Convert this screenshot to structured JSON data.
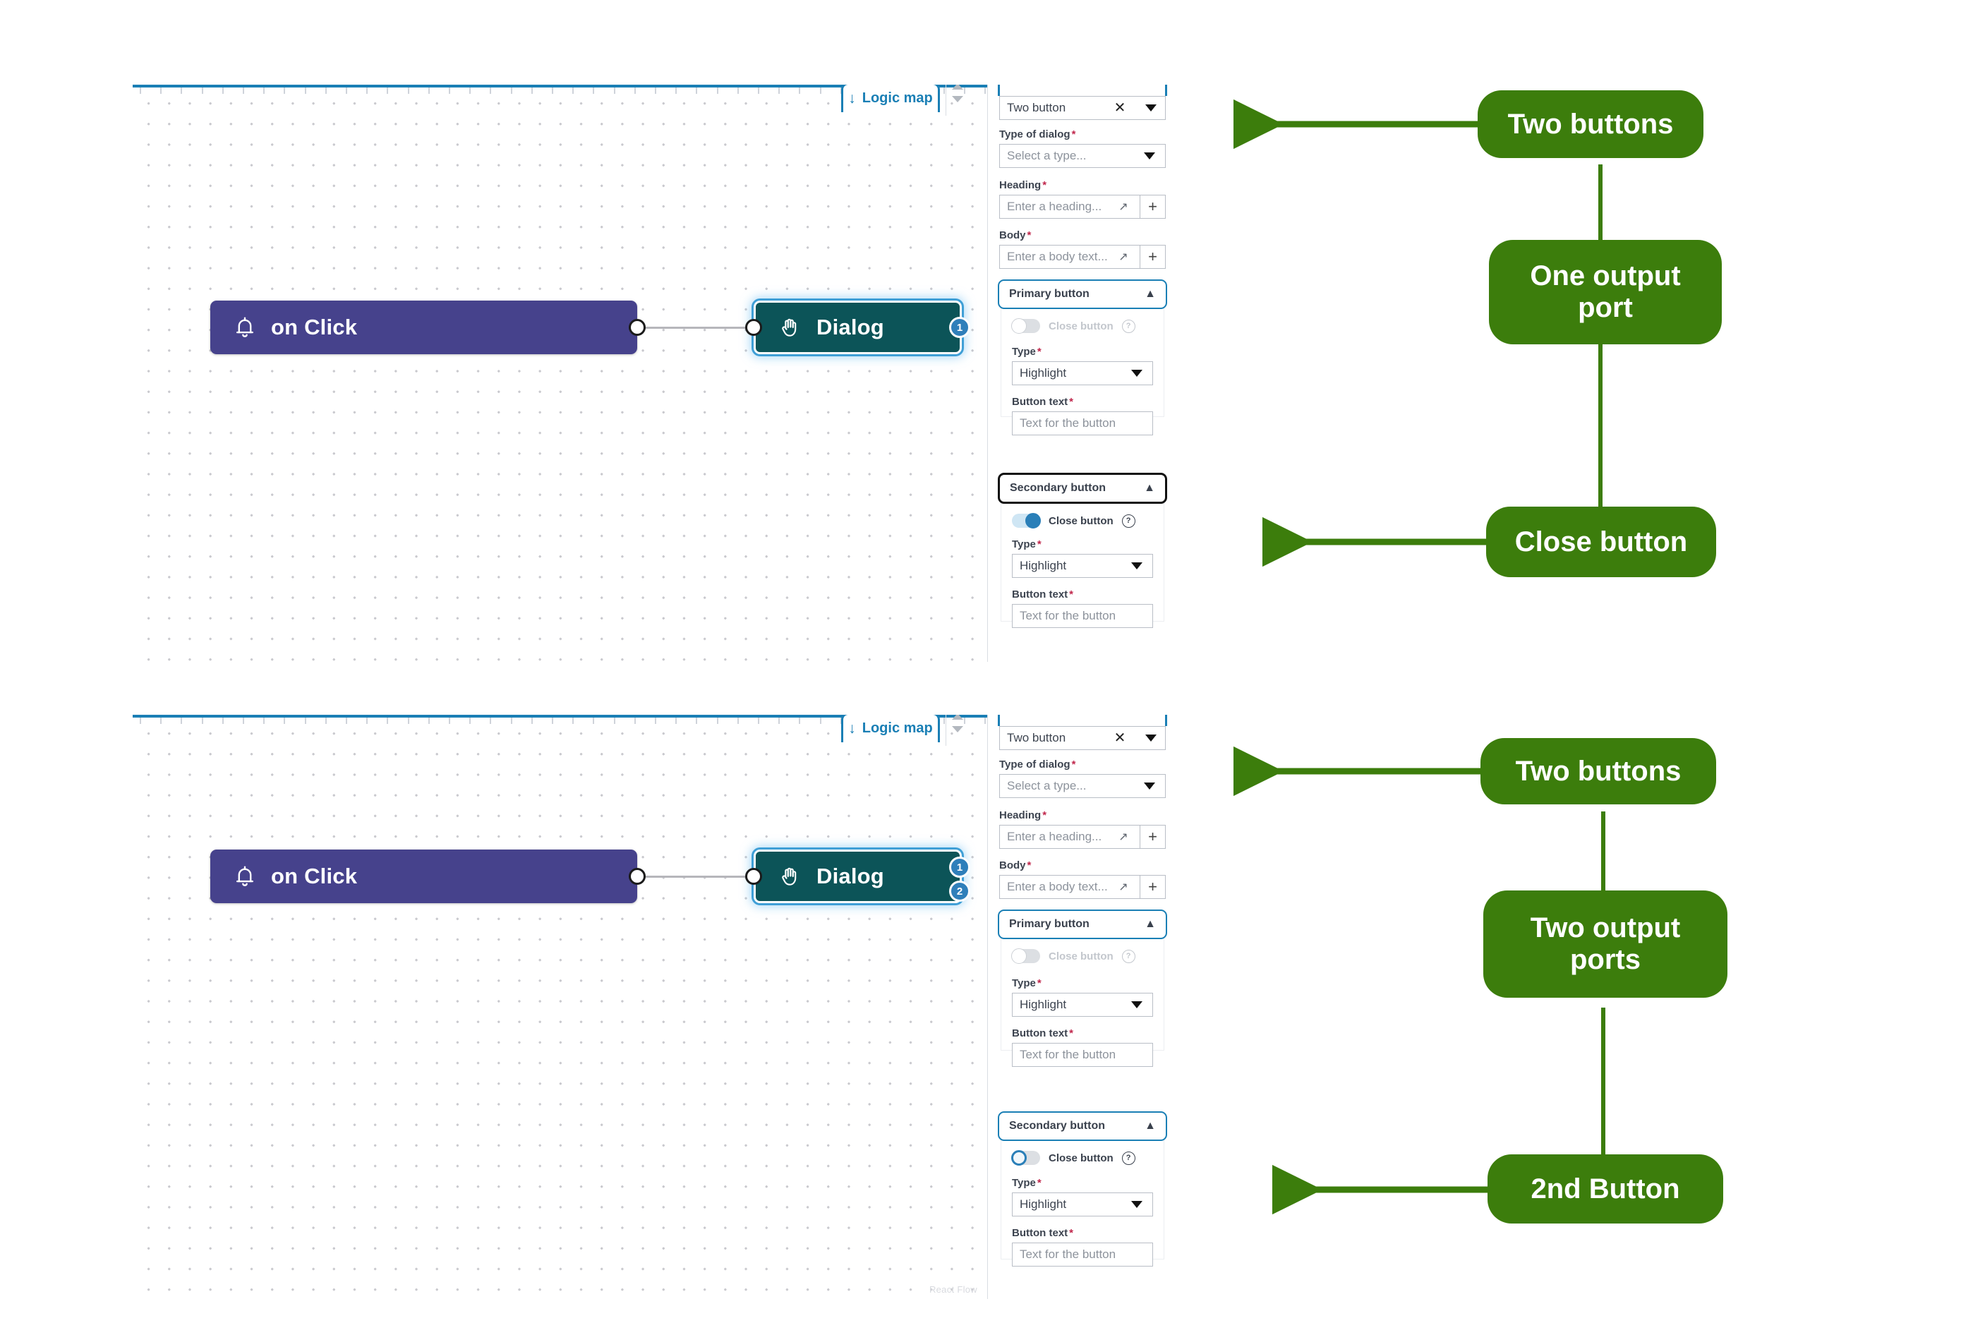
{
  "canvas": {
    "watermark": "React Flow",
    "logic_map_tab": {
      "label": "Logic map",
      "arrow_icon": "down-arrow-icon"
    }
  },
  "flows": [
    {
      "id": "flow-top",
      "trigger_node": {
        "label": "on Click",
        "icon": "bell-icon"
      },
      "action_node": {
        "label": "Dialog",
        "icon": "hand-icon",
        "ports": [
          "1"
        ]
      }
    },
    {
      "id": "flow-bottom",
      "trigger_node": {
        "label": "on Click",
        "icon": "bell-icon"
      },
      "action_node": {
        "label": "Dialog",
        "icon": "hand-icon",
        "ports": [
          "1",
          "2"
        ]
      }
    }
  ],
  "panels": [
    {
      "id": "panel-top",
      "component_select": {
        "value": "Two button",
        "clear_icon": "close-icon",
        "dropdown_icon": "chevron-down-icon"
      },
      "fields": [
        {
          "label": "Type of dialog",
          "required": true,
          "placeholder": "Select a type...",
          "control": "dropdown"
        },
        {
          "label": "Heading",
          "required": true,
          "placeholder": "Enter a heading...",
          "control": "expand-plus"
        },
        {
          "label": "Body",
          "required": true,
          "placeholder": "Enter a body text...",
          "control": "expand-plus"
        }
      ],
      "sections": [
        {
          "title": "Primary button",
          "header_style": "blue",
          "chevron": "chevron-up-icon",
          "toggle": {
            "label": "Close button",
            "state": "off",
            "disabled": true,
            "help_icon": "help-icon"
          },
          "type_field": {
            "label": "Type",
            "required": true,
            "value": "Highlight"
          },
          "text_field": {
            "label": "Button text",
            "required": true,
            "placeholder": "Text for the button"
          }
        },
        {
          "title": "Secondary button",
          "header_style": "black",
          "chevron": "chevron-up-icon",
          "toggle": {
            "label": "Close button",
            "state": "on",
            "disabled": false,
            "help_icon": "help-icon"
          },
          "type_field": {
            "label": "Type",
            "required": true,
            "value": "Highlight"
          },
          "text_field": {
            "label": "Button text",
            "required": true,
            "placeholder": "Text for the button"
          }
        }
      ]
    },
    {
      "id": "panel-bottom",
      "component_select": {
        "value": "Two button",
        "clear_icon": "close-icon",
        "dropdown_icon": "chevron-down-icon"
      },
      "fields": [
        {
          "label": "Type of dialog",
          "required": true,
          "placeholder": "Select a type...",
          "control": "dropdown"
        },
        {
          "label": "Heading",
          "required": true,
          "placeholder": "Enter a heading...",
          "control": "expand-plus"
        },
        {
          "label": "Body",
          "required": true,
          "placeholder": "Enter a body text...",
          "control": "expand-plus"
        }
      ],
      "sections": [
        {
          "title": "Primary button",
          "header_style": "blue",
          "chevron": "chevron-up-icon",
          "toggle": {
            "label": "Close button",
            "state": "off",
            "disabled": true,
            "help_icon": "help-icon"
          },
          "type_field": {
            "label": "Type",
            "required": true,
            "value": "Highlight"
          },
          "text_field": {
            "label": "Button text",
            "required": true,
            "placeholder": "Text for the button"
          }
        },
        {
          "title": "Secondary button",
          "header_style": "blue",
          "chevron": "chevron-up-icon",
          "toggle": {
            "label": "Close button",
            "state": "off-focused",
            "disabled": false,
            "help_icon": "help-icon"
          },
          "type_field": {
            "label": "Type",
            "required": true,
            "value": "Highlight"
          },
          "text_field": {
            "label": "Button text",
            "required": true,
            "placeholder": "Text for the button"
          }
        }
      ]
    }
  ],
  "annotations": {
    "accent_color": "#3c7d0c",
    "callouts": [
      {
        "id": "callout-two-buttons-top",
        "text": "Two buttons"
      },
      {
        "id": "callout-one-output-port",
        "text": "One output port"
      },
      {
        "id": "callout-close-button",
        "text": "Close button"
      },
      {
        "id": "callout-two-buttons-bottom",
        "text": "Two buttons"
      },
      {
        "id": "callout-two-output-ports",
        "text": "Two output ports"
      },
      {
        "id": "callout-2nd-button",
        "text": "2nd Button"
      }
    ]
  }
}
